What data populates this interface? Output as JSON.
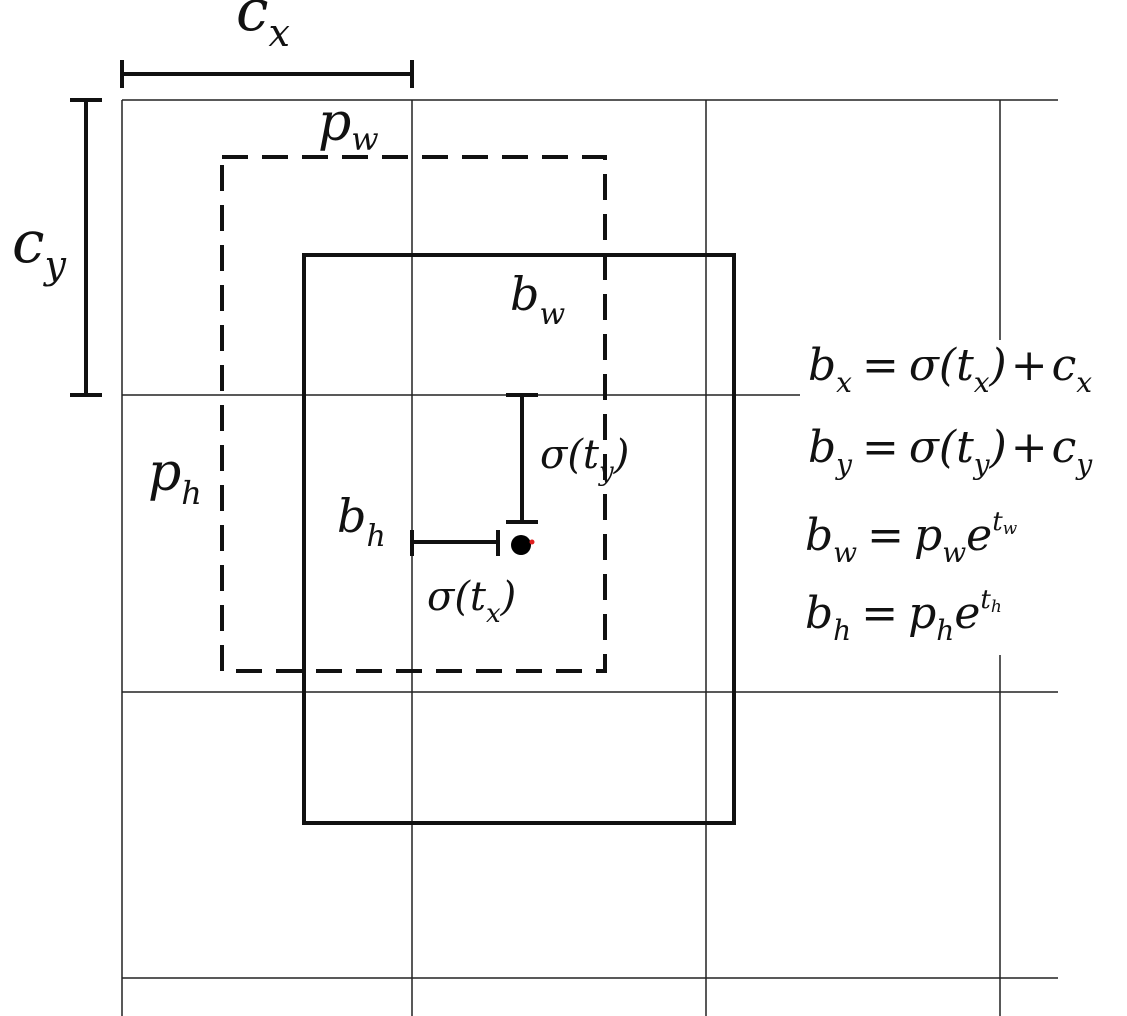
{
  "labels": {
    "cx": {
      "main": "c",
      "sub": "x"
    },
    "cy": {
      "main": "c",
      "sub": "y"
    },
    "pw": {
      "main": "p",
      "sub": "w"
    },
    "ph": {
      "main": "p",
      "sub": "h"
    },
    "bw": {
      "main": "b",
      "sub": "w"
    },
    "bh": {
      "main": "b",
      "sub": "h"
    },
    "sigma_ty": {
      "sigma": "σ",
      "open": "(",
      "t": "t",
      "sub": "y",
      "close": ")"
    },
    "sigma_tx": {
      "sigma": "σ",
      "open": "(",
      "t": "t",
      "sub": "x",
      "close": ")"
    }
  },
  "equations": {
    "bx": {
      "lhs": "b",
      "lhs_sub": "x",
      "eq": "=",
      "sigma": "σ",
      "open": "(",
      "t": "t",
      "t_sub": "x",
      "close": ")",
      "plus": "+",
      "c": "c",
      "c_sub": "x"
    },
    "by": {
      "lhs": "b",
      "lhs_sub": "y",
      "eq": "=",
      "sigma": "σ",
      "open": "(",
      "t": "t",
      "t_sub": "y",
      "close": ")",
      "plus": "+",
      "c": "c",
      "c_sub": "y"
    },
    "bw": {
      "lhs": "b",
      "lhs_sub": "w",
      "eq": "=",
      "p": "p",
      "p_sub": "w",
      "e": "e",
      "sup_t": "t",
      "sup_sub": "w"
    },
    "bh": {
      "lhs": "b",
      "lhs_sub": "h",
      "eq": "=",
      "p": "p",
      "p_sub": "h",
      "e": "e",
      "sup_t": "t",
      "sup_sub": "h"
    }
  }
}
